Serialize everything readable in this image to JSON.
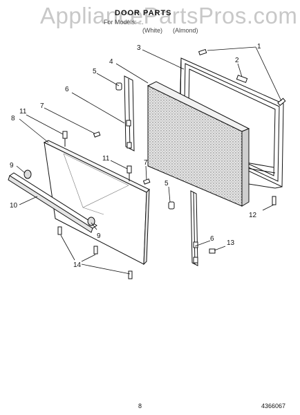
{
  "watermark": "AppliancePartsPros.com",
  "header": {
    "title": "DOOR PARTS",
    "subtitle": "For Models: ...",
    "color_white": "(White)",
    "color_almond": "(Almond)"
  },
  "callouts": [
    {
      "id": "1a",
      "label": "1"
    },
    {
      "id": "2",
      "label": "2"
    },
    {
      "id": "3",
      "label": "3"
    },
    {
      "id": "4",
      "label": "4"
    },
    {
      "id": "5a",
      "label": "5"
    },
    {
      "id": "6a",
      "label": "6"
    },
    {
      "id": "7a",
      "label": "7"
    },
    {
      "id": "8",
      "label": "8"
    },
    {
      "id": "11a",
      "label": "11"
    },
    {
      "id": "9a",
      "label": "9"
    },
    {
      "id": "11b",
      "label": "11"
    },
    {
      "id": "7b",
      "label": "7"
    },
    {
      "id": "5b",
      "label": "5"
    },
    {
      "id": "10",
      "label": "10"
    },
    {
      "id": "9b",
      "label": "9"
    },
    {
      "id": "12",
      "label": "12"
    },
    {
      "id": "6b",
      "label": "6"
    },
    {
      "id": "13",
      "label": "13"
    },
    {
      "id": "14",
      "label": "14"
    }
  ],
  "footer": {
    "page": "8",
    "document_number": "4366067"
  },
  "colors": {
    "line": "#111111",
    "insulation": "#d8d8d8",
    "watermark": "#c8c8c8"
  }
}
